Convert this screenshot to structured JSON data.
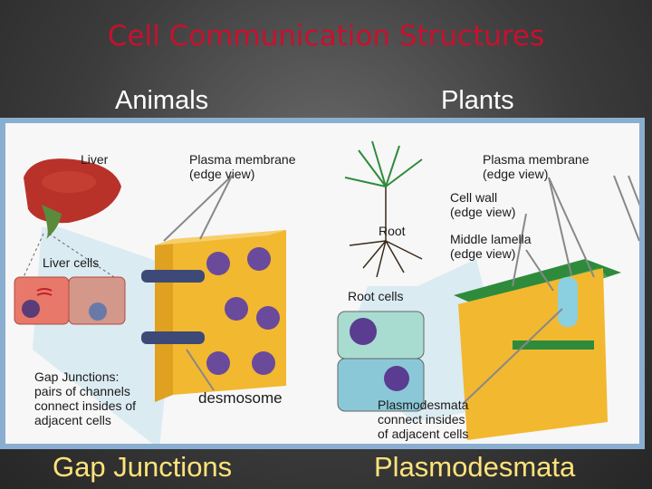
{
  "title": "Cell Communication Structures",
  "headings": {
    "animals": "Animals",
    "plants": "Plants"
  },
  "animal_labels": {
    "liver": "Liver",
    "plasma_membrane": [
      "Plasma membrane",
      "(edge view)"
    ],
    "liver_cells": "Liver cells",
    "gap_junctions_desc": [
      "Gap Junctions:",
      "pairs of channels",
      "connect insides of",
      "adjacent cells"
    ],
    "desmosome": "desmosome"
  },
  "plant_labels": {
    "plasma_membrane": [
      "Plasma membrane",
      "(edge view)"
    ],
    "cell_wall": [
      "Cell wall",
      "(edge view)"
    ],
    "root": "Root",
    "middle_lamella": [
      "Middle lamella",
      "(edge view)"
    ],
    "root_cells": "Root cells",
    "plasmodesmata_desc": [
      "Plasmodesmata",
      "connect insides",
      "of adjacent cells"
    ]
  },
  "bottom": {
    "left": "Gap Junctions",
    "right": "Plasmodesmata"
  },
  "colors": {
    "title": "#c8102e",
    "bottom_text": "#ffe37a",
    "panel_border": "#8aaed0",
    "cell_yellow": "#f2b830",
    "cell_green": "#2e8b3c",
    "liver": "#b8322a"
  }
}
